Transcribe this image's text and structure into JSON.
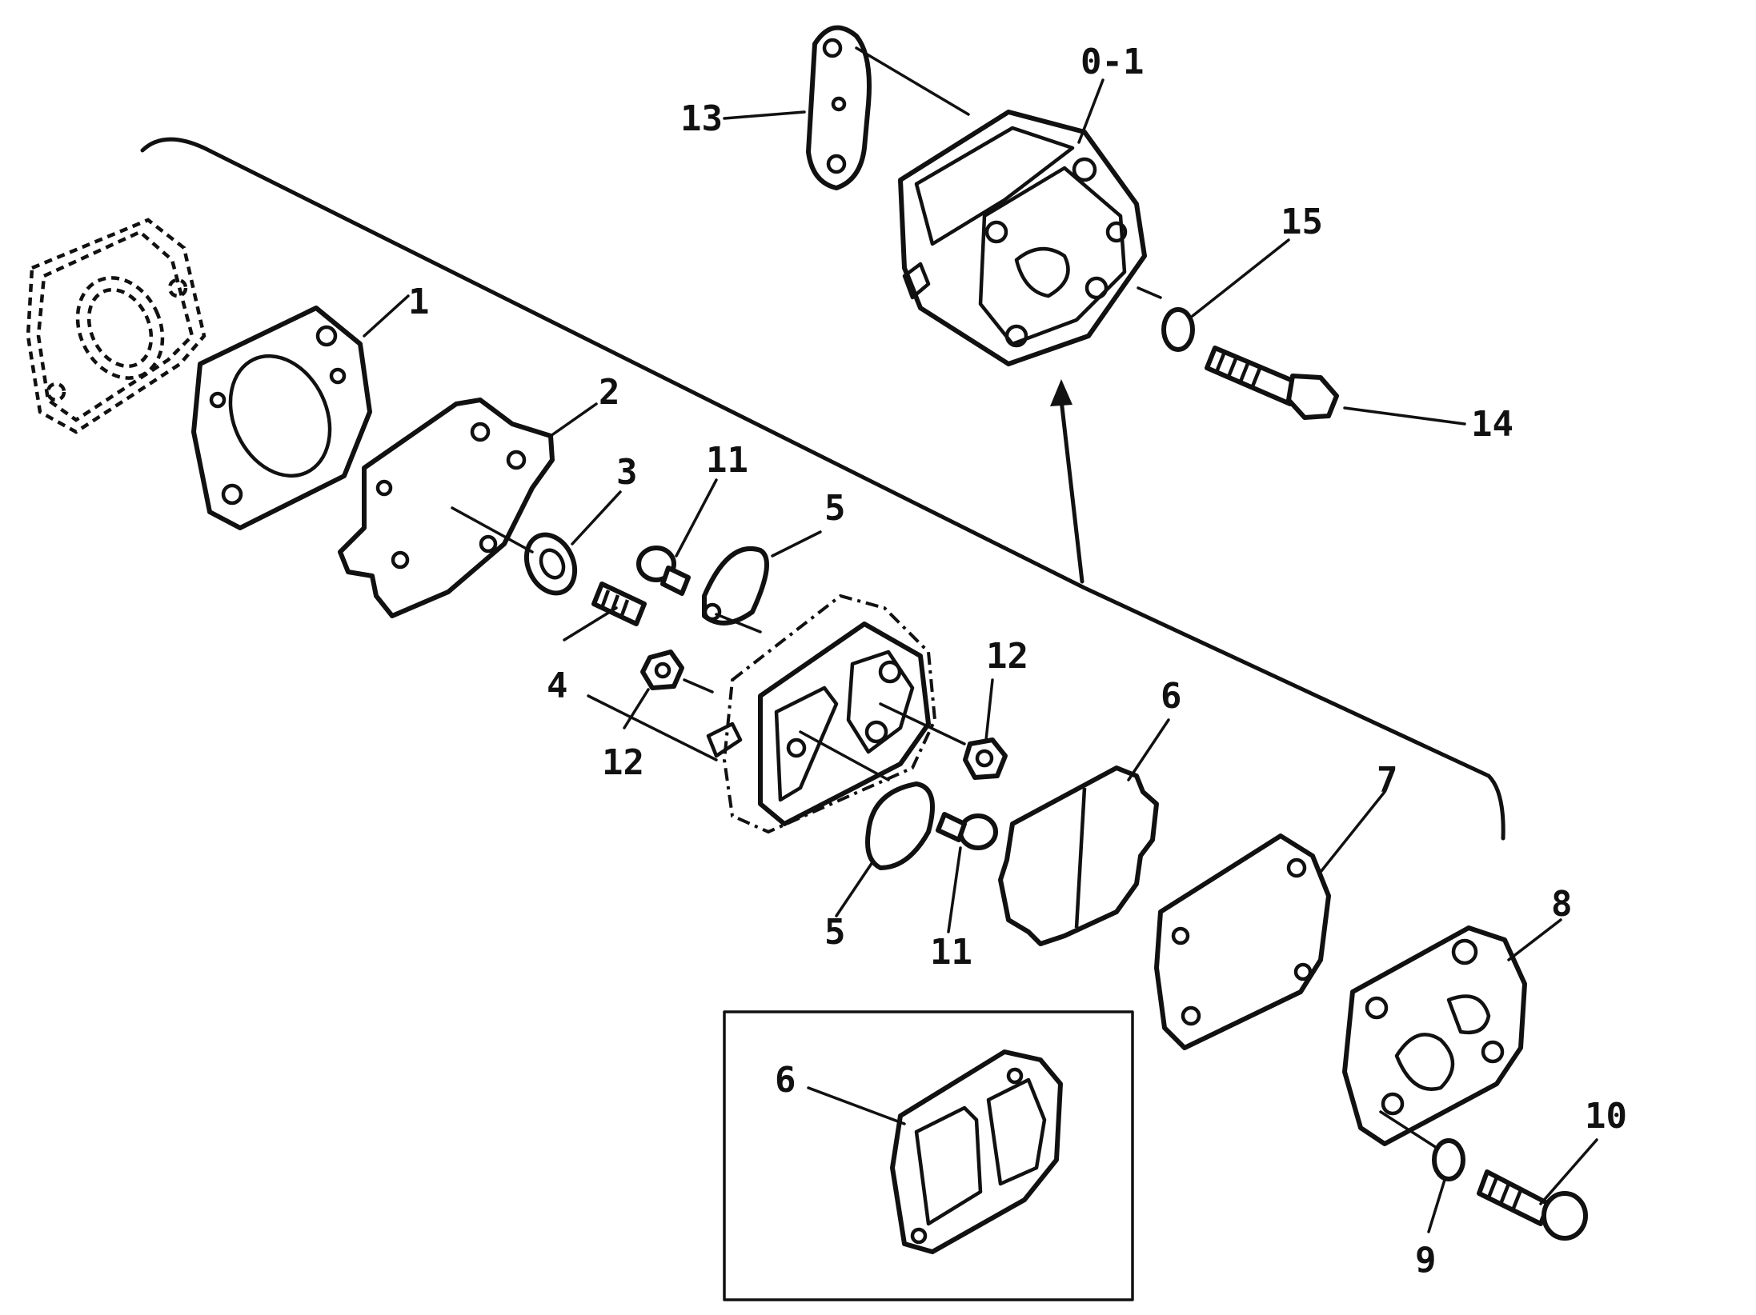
{
  "callouts": {
    "c01": "0-1",
    "c1": "1",
    "c2": "2",
    "c3": "3",
    "c4": "4",
    "c5a": "5",
    "c5b": "5",
    "c6a": "6",
    "c6b": "6",
    "c7": "7",
    "c8": "8",
    "c9": "9",
    "c10": "10",
    "c11a": "11",
    "c11b": "11",
    "c12a": "12",
    "c12b": "12",
    "c13": "13",
    "c14": "14",
    "c15": "15"
  }
}
